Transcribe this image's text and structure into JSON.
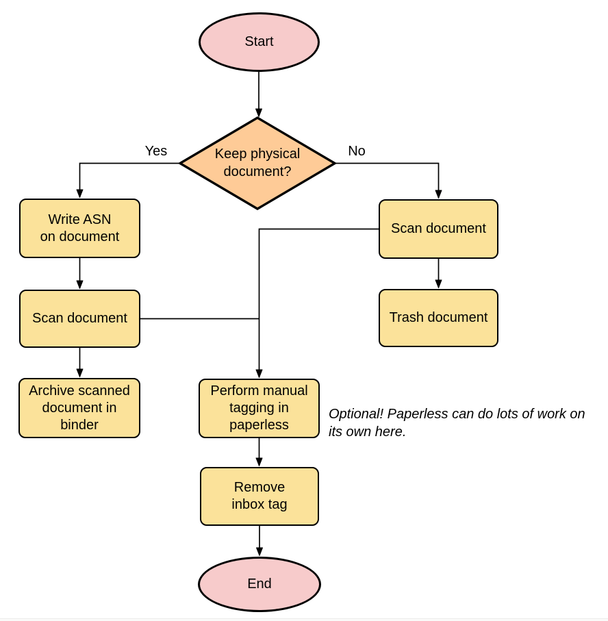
{
  "nodes": {
    "start": {
      "label": "Start",
      "shape": "terminator"
    },
    "decision": {
      "label": "Keep physical\ndocument?",
      "shape": "decision"
    },
    "write_asn": {
      "label": "Write ASN\non document",
      "shape": "process"
    },
    "scan_left": {
      "label": "Scan document",
      "shape": "process"
    },
    "archive": {
      "label": "Archive scanned\ndocument in\nbinder",
      "shape": "process"
    },
    "scan_right": {
      "label": "Scan document",
      "shape": "process"
    },
    "trash": {
      "label": "Trash document",
      "shape": "process"
    },
    "tagging": {
      "label": "Perform manual\ntagging in\npaperless",
      "shape": "process"
    },
    "remove_inbox": {
      "label": "Remove\ninbox tag",
      "shape": "process"
    },
    "end": {
      "label": "End",
      "shape": "terminator"
    }
  },
  "edge_labels": {
    "yes": "Yes",
    "no": "No"
  },
  "note": {
    "text": "Optional! Paperless can do lots of work on\nits own here."
  },
  "colors": {
    "terminator_fill": "#f7cbcb",
    "decision_fill": "#fecb97",
    "process_fill": "#fbe29a",
    "stroke": "#000000",
    "text": "#000000",
    "background": "#ffffff"
  }
}
